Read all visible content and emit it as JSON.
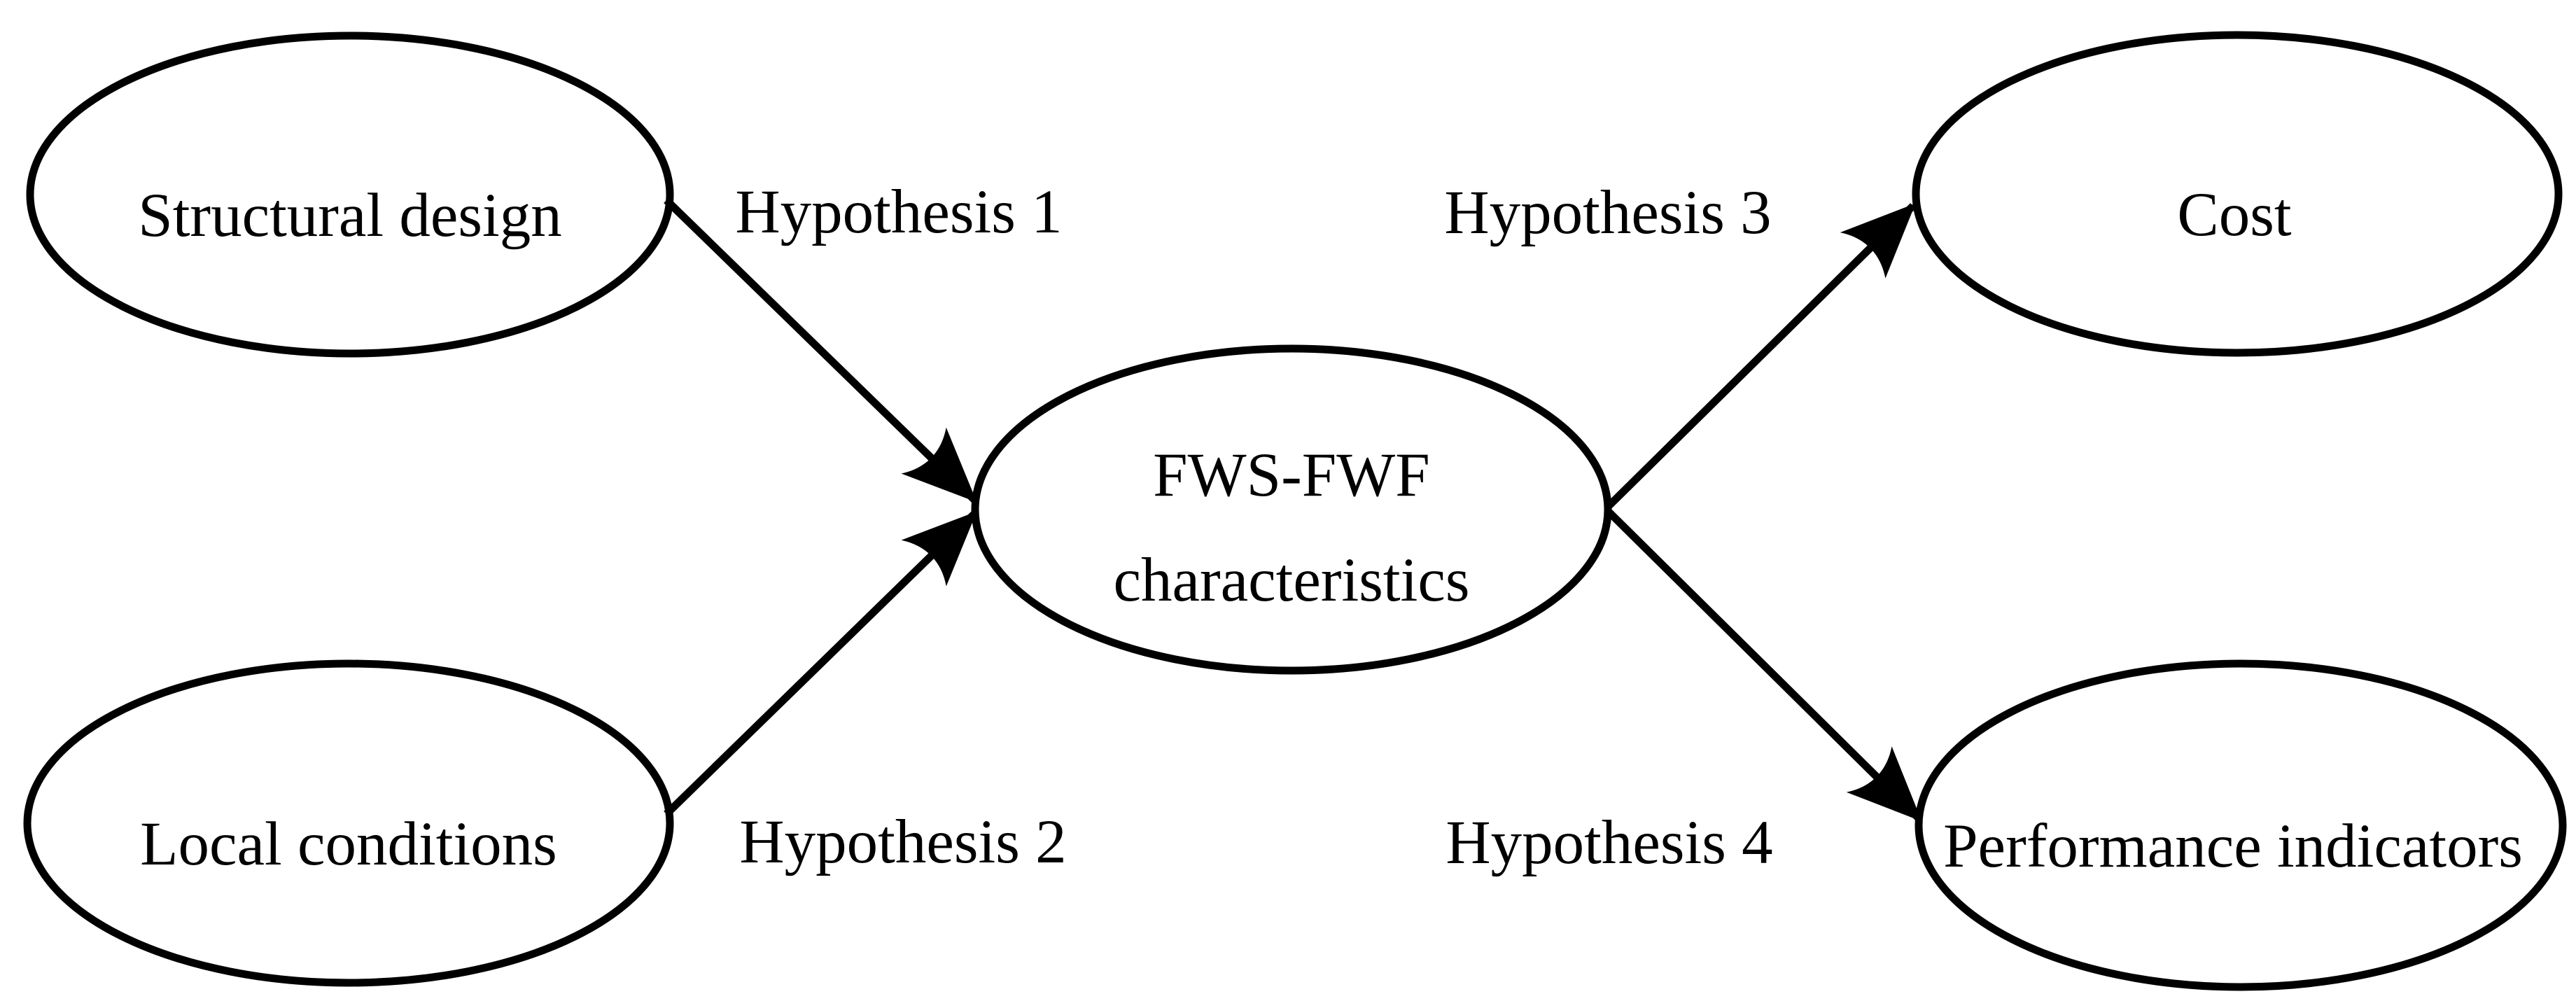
{
  "diagram": {
    "background_color": "#ffffff",
    "ink_color": "#000000",
    "nodes": [
      {
        "id": "structural-design",
        "label": "Structural design"
      },
      {
        "id": "local-conditions",
        "label": "Local conditions"
      },
      {
        "id": "fws-fwf-characteristics",
        "label": "FWS-FWF characteristics",
        "lines": [
          "FWS-FWF",
          "characteristics"
        ]
      },
      {
        "id": "cost",
        "label": "Cost"
      },
      {
        "id": "performance-indicators",
        "label": "Performance indicators"
      }
    ],
    "edges": [
      {
        "from": "structural-design",
        "to": "fws-fwf-characteristics",
        "label": "Hypothesis 1"
      },
      {
        "from": "local-conditions",
        "to": "fws-fwf-characteristics",
        "label": "Hypothesis 2"
      },
      {
        "from": "fws-fwf-characteristics",
        "to": "cost",
        "label": "Hypothesis 3"
      },
      {
        "from": "fws-fwf-characteristics",
        "to": "performance-indicators",
        "label": "Hypothesis 4"
      }
    ]
  }
}
